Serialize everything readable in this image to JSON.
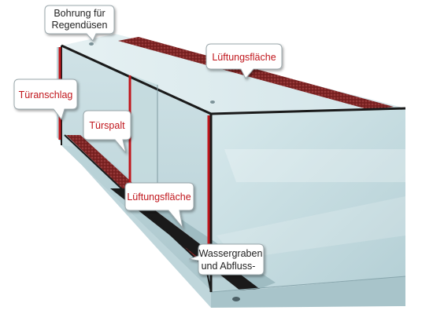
{
  "labels": {
    "bohrung_line1": "Bohrung für",
    "bohrung_line2": "Regendüsen",
    "lueftungsflaeche_top": "Lüftungsfläche",
    "tueranschlag": "Türanschlag",
    "tuerspalt": "Türspalt",
    "lueftungsflaeche_bottom": "Lüftungsfläche",
    "wassergraben_line1": "Wassergraben",
    "wassergraben_line2": "und Abfluss-"
  },
  "colors": {
    "highlight_red": "#c0161c",
    "wall_blue": "#c6dde2",
    "dark_frame": "#1a1a1a",
    "vent_texture": "#8b2b2b"
  }
}
